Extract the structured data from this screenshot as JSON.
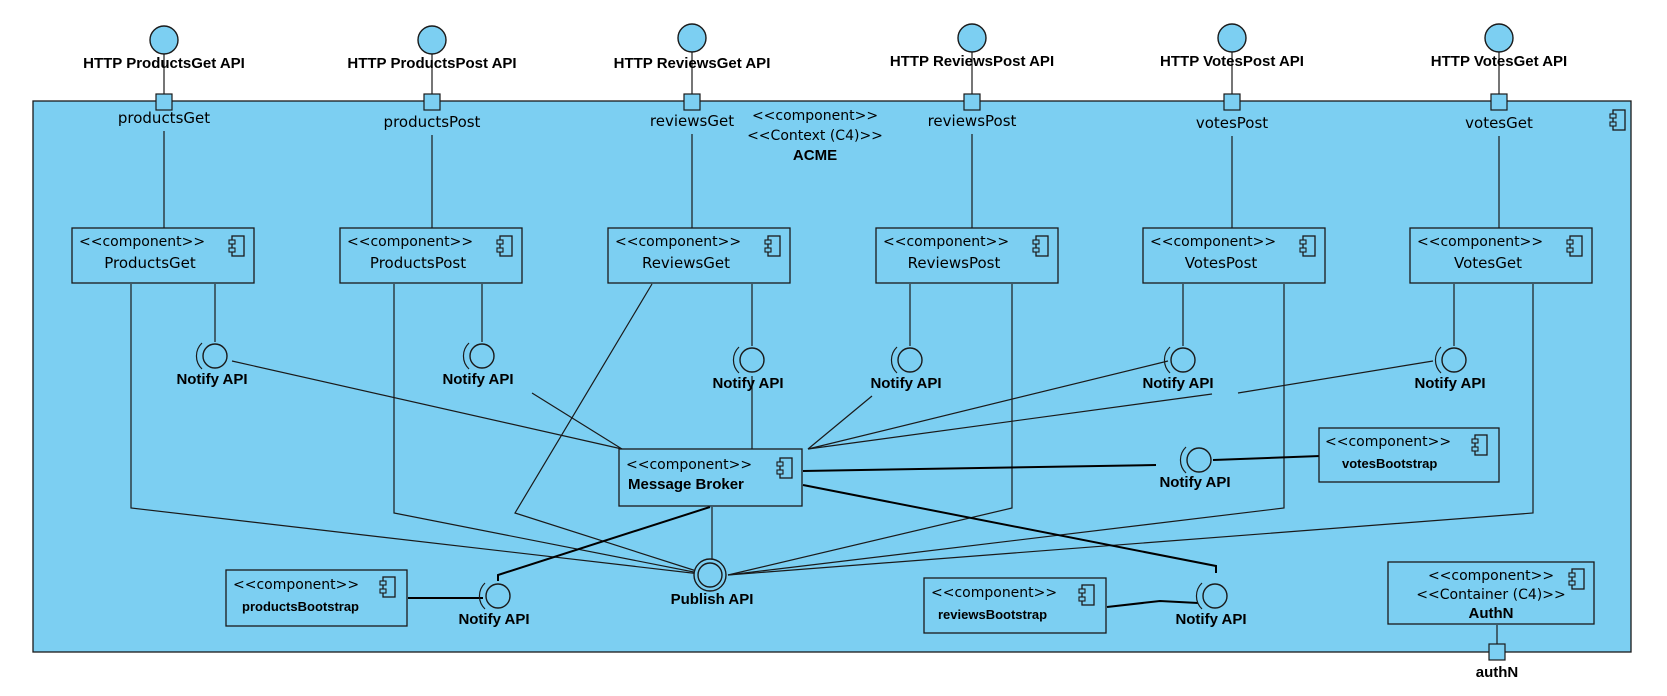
{
  "colors": {
    "fill": "#7ccff2",
    "stroke": "#1a1a1a",
    "page": "#ffffff"
  },
  "container": {
    "stereotype1": "<<component>>",
    "stereotype2": "<<Context (C4)>>",
    "name": "ACME",
    "icon": "component-icon"
  },
  "external_apis": [
    {
      "label": "HTTP ProductsGet API",
      "port": "productsGet"
    },
    {
      "label": "HTTP ProductsPost API",
      "port": "productsPost"
    },
    {
      "label": "HTTP ReviewsGet API",
      "port": "reviewsGet"
    },
    {
      "label": "HTTP ReviewsPost API",
      "port": "reviewsPost"
    },
    {
      "label": "HTTP VotesPost API",
      "port": "votesPost"
    },
    {
      "label": "HTTP VotesGet API",
      "port": "votesGet"
    }
  ],
  "components": [
    {
      "stereotype": "<<component>>",
      "name": "ProductsGet"
    },
    {
      "stereotype": "<<component>>",
      "name": "ProductsPost"
    },
    {
      "stereotype": "<<component>>",
      "name": "ReviewsGet"
    },
    {
      "stereotype": "<<component>>",
      "name": "ReviewsPost"
    },
    {
      "stereotype": "<<component>>",
      "name": "VotesPost"
    },
    {
      "stereotype": "<<component>>",
      "name": "VotesGet"
    }
  ],
  "message_broker": {
    "stereotype": "<<component>>",
    "name": "Message Broker"
  },
  "bootstraps": [
    {
      "stereotype": "<<component>>",
      "name": "votesBootstrap"
    },
    {
      "stereotype": "<<component>>",
      "name": "productsBootstrap"
    },
    {
      "stereotype": "<<component>>",
      "name": "reviewsBootstrap"
    }
  ],
  "authn": {
    "stereotype1": "<<component>>",
    "stereotype2": "<<Container (C4)>>",
    "name": "AuthN",
    "port": "authN"
  },
  "notify_label": "Notify API",
  "publish_label": "Publish API"
}
